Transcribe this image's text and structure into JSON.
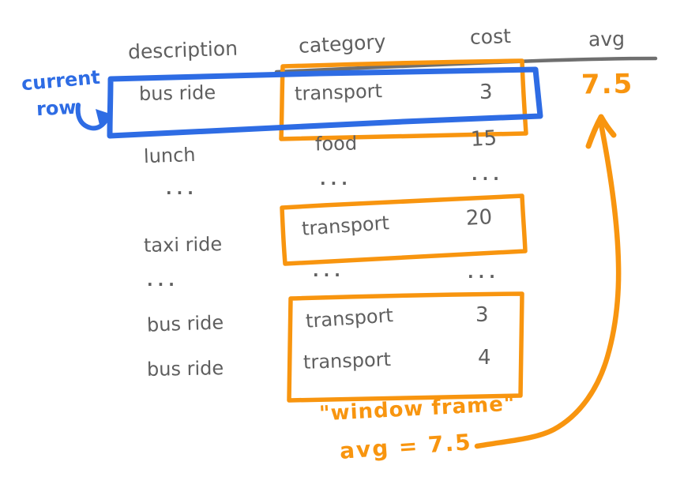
{
  "colors": {
    "blue": "#2e6ce4",
    "orange": "#f8950f",
    "gray_text": "#5f5f5f",
    "gray_line": "#6f6f6f"
  },
  "table": {
    "headers": {
      "description": "description",
      "category": "category",
      "cost": "cost",
      "avg": "avg"
    },
    "rows": [
      {
        "description": "bus ride",
        "category": "transport",
        "cost": "3"
      },
      {
        "description": "lunch",
        "category": "food",
        "cost": "15"
      },
      {
        "description": "...",
        "category": "...",
        "cost": "..."
      },
      {
        "description": "taxi ride",
        "category": "transport",
        "cost": "20"
      },
      {
        "description": "...",
        "category": "...",
        "cost": "..."
      },
      {
        "description": "bus ride",
        "category": "transport",
        "cost": "3"
      },
      {
        "description": "bus ride",
        "category": "transport",
        "cost": "4"
      }
    ],
    "avg_value": "7.5"
  },
  "annotations": {
    "current_row_line1": "current",
    "current_row_line2": "row",
    "window_frame_label": "\"window frame\"",
    "window_frame_avg": "avg = 7.5"
  }
}
